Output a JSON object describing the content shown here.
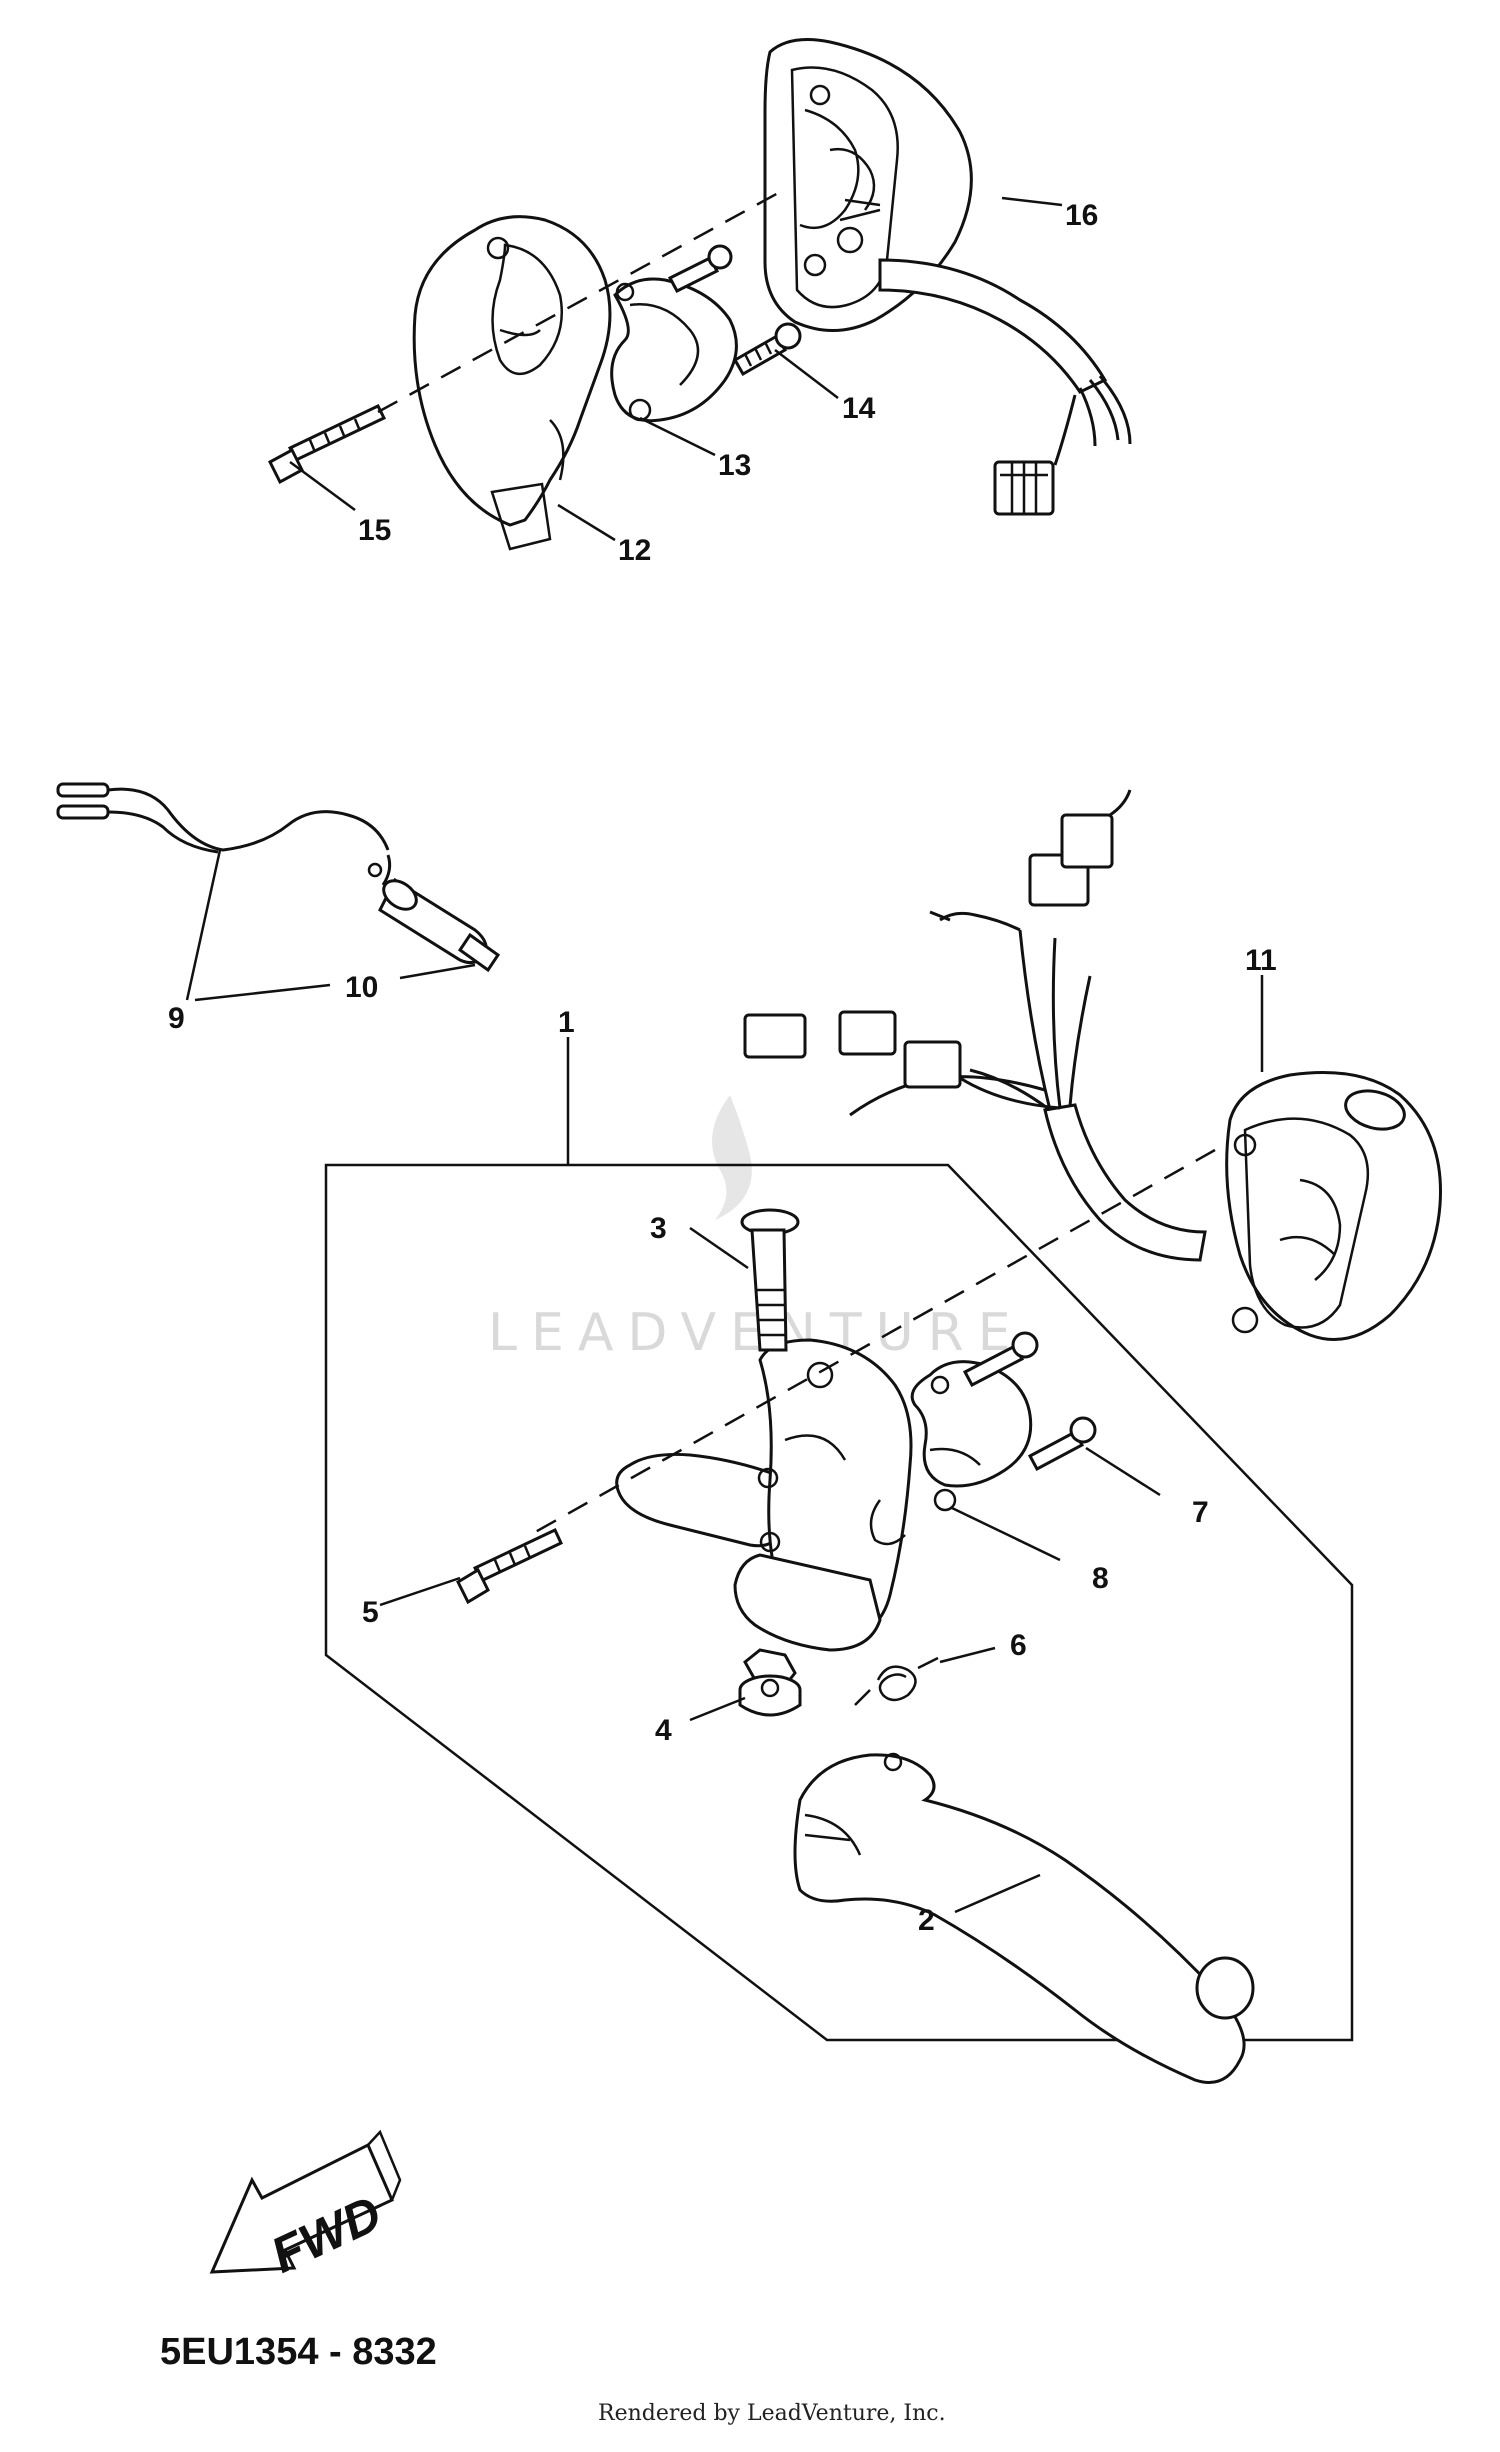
{
  "callouts": {
    "c1": "1",
    "c2": "2",
    "c3": "3",
    "c4": "4",
    "c5": "5",
    "c6": "6",
    "c7": "7",
    "c8": "8",
    "c9": "9",
    "c10": "10",
    "c11": "11",
    "c12": "12",
    "c13": "13",
    "c14": "14",
    "c15": "15",
    "c16": "16"
  },
  "fwd_label": "FWD",
  "diagram_code": "5EU1354 - 8332",
  "credit": "Rendered by LeadVenture, Inc.",
  "watermark": "LEADVENTURE"
}
